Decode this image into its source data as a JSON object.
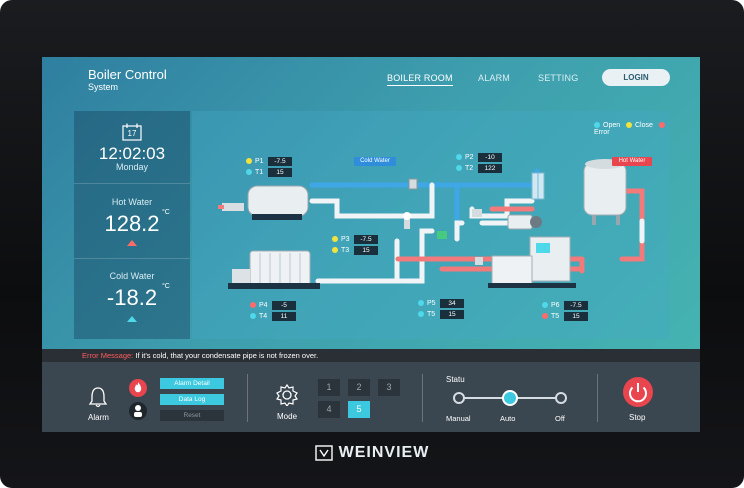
{
  "header": {
    "title": "Boiler Control",
    "subtitle": "System",
    "nav": [
      {
        "label": "BOILER ROOM",
        "active": true
      },
      {
        "label": "ALARM",
        "active": false
      },
      {
        "label": "SETTING",
        "active": false
      }
    ],
    "login_label": "LOGIN"
  },
  "left_panel": {
    "calendar_day": "17",
    "time": "12:02:03",
    "weekday": "Monday",
    "hot_water_label": "Hot Water",
    "hot_water_value": "128.2",
    "cold_water_label": "Cold Water",
    "cold_water_value": "-18.2",
    "unit": "°C"
  },
  "diagram": {
    "legend": [
      {
        "label": "Open",
        "color": "#4fd8ea"
      },
      {
        "label": "Close",
        "color": "#f2e23e"
      },
      {
        "label": "Error",
        "color": "#ff6b6b"
      }
    ],
    "tags": {
      "cold_water": "Cold Water",
      "hot_water": "Hot Water"
    },
    "sensors": [
      {
        "id": "P1",
        "value": "-7.5",
        "color": "#f2e23e"
      },
      {
        "id": "T1",
        "value": "15",
        "color": "#4fd8ea"
      },
      {
        "id": "P2",
        "value": "-10",
        "color": "#4fd8ea"
      },
      {
        "id": "T2",
        "value": "122",
        "color": "#4fd8ea"
      },
      {
        "id": "P3",
        "value": "-7.5",
        "color": "#f2e23e"
      },
      {
        "id": "T3",
        "value": "15",
        "color": "#f2e23e"
      },
      {
        "id": "P4",
        "value": "-5",
        "color": "#ff6b6b"
      },
      {
        "id": "T4",
        "value": "11",
        "color": "#4fd8ea"
      },
      {
        "id": "P5",
        "value": "34",
        "color": "#4fd8ea"
      },
      {
        "id": "T5",
        "value": "15",
        "color": "#4fd8ea"
      },
      {
        "id": "P6",
        "value": "-7.5",
        "color": "#4fd8ea"
      },
      {
        "id": "T5",
        "value": "15",
        "color": "#ff6b6b"
      }
    ]
  },
  "error_bar": {
    "label": "Error Message:",
    "message": "If it's cold, that your condensate pipe is not frozen over."
  },
  "bottom": {
    "alarm_label": "Alarm",
    "buttons": [
      "Alarm Detail",
      "Data Log",
      "Reset"
    ],
    "mode_label": "Mode",
    "mode_buttons": [
      "1",
      "2",
      "3",
      "4",
      "5"
    ],
    "mode_selected": "5",
    "status_label": "Statu",
    "status_options": [
      "Manual",
      "Auto",
      "Off"
    ],
    "status_selected": "Auto",
    "stop_label": "Stop"
  },
  "brand": "WEINVIEW",
  "colors": {
    "accent": "#3cc8de",
    "error": "#ff6b6b",
    "stop": "#e8454e"
  }
}
